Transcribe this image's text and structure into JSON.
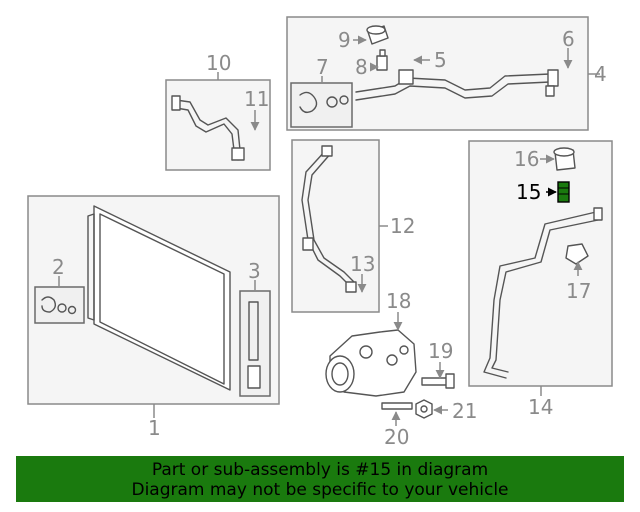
{
  "callouts": {
    "c1": "1",
    "c2": "2",
    "c3": "3",
    "c4": "4",
    "c5": "5",
    "c6": "6",
    "c7": "7",
    "c8": "8",
    "c9": "9",
    "c10": "10",
    "c11": "11",
    "c12": "12",
    "c13": "13",
    "c14": "14",
    "c15": "15",
    "c16": "16",
    "c17": "17",
    "c18": "18",
    "c19": "19",
    "c20": "20",
    "c21": "21"
  },
  "highlighted_part": "15",
  "colors": {
    "banner_bg": "#1a7a0e",
    "label_gray": "#8a8a8a",
    "highlight": "#1a7a0e"
  },
  "banner": {
    "line1": "Part or sub-assembly is #15 in diagram",
    "line2": "Diagram may not be specific to your vehicle"
  }
}
